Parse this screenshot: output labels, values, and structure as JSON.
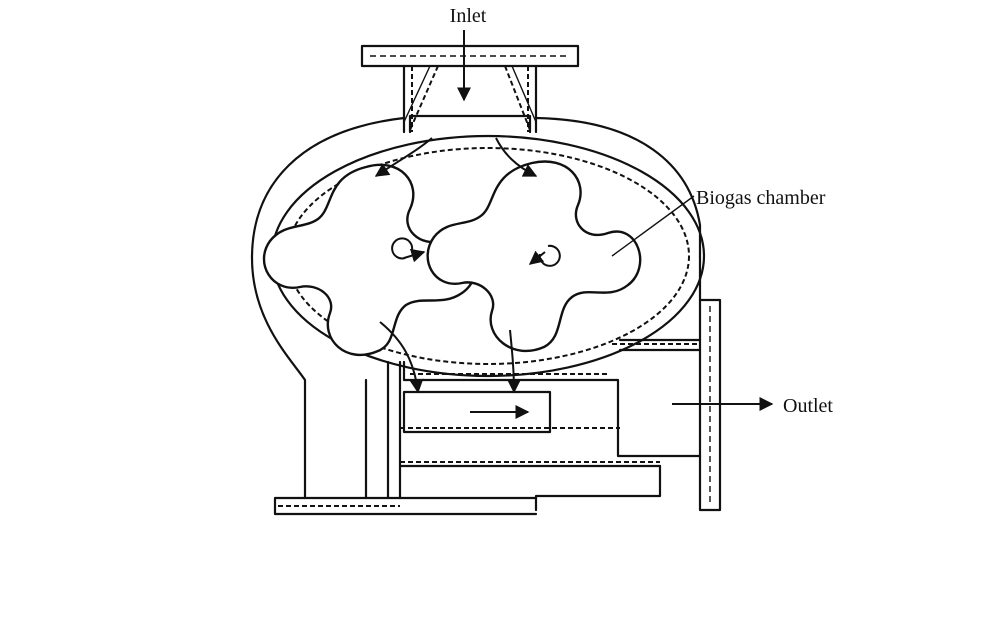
{
  "labels": {
    "inlet": "Inlet",
    "biogas_chamber": "Biogas chamber",
    "outlet": "Outlet"
  },
  "colors": {
    "line": "#111111",
    "background": "#ffffff"
  }
}
